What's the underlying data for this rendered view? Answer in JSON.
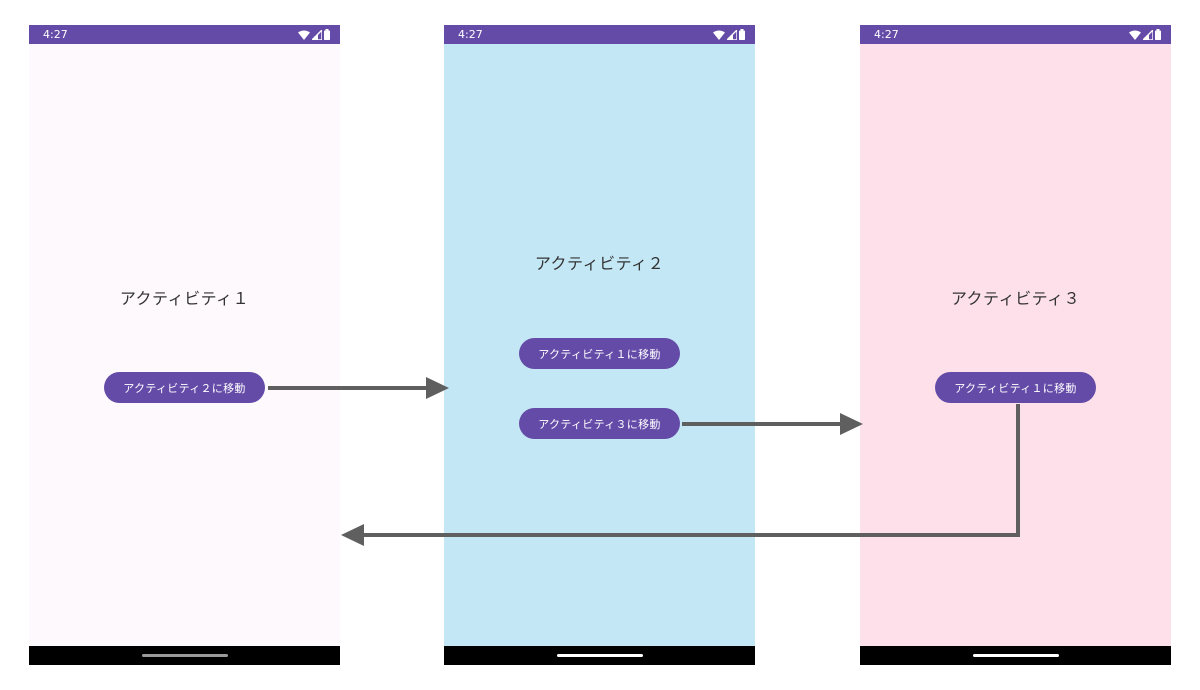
{
  "colors": {
    "statusbar": "#654ba8",
    "button": "#654ba8",
    "nav_handle_1": "#9a9a9a",
    "nav_handle_other": "#ffffff",
    "arrow": "#5f5f5f",
    "screen1_bg": "#fdf9fd",
    "screen2_bg": "#c4e7f6",
    "screen3_bg": "#fde0ea"
  },
  "screens": [
    {
      "time": "4:27",
      "title": "アクティビティ１",
      "buttons": [
        "アクティビティ２に移動"
      ]
    },
    {
      "time": "4:27",
      "title": "アクティビティ２",
      "buttons": [
        "アクティビティ１に移動",
        "アクティビティ３に移動"
      ]
    },
    {
      "time": "4:27",
      "title": "アクティビティ３",
      "buttons": [
        "アクティビティ１に移動"
      ]
    }
  ]
}
